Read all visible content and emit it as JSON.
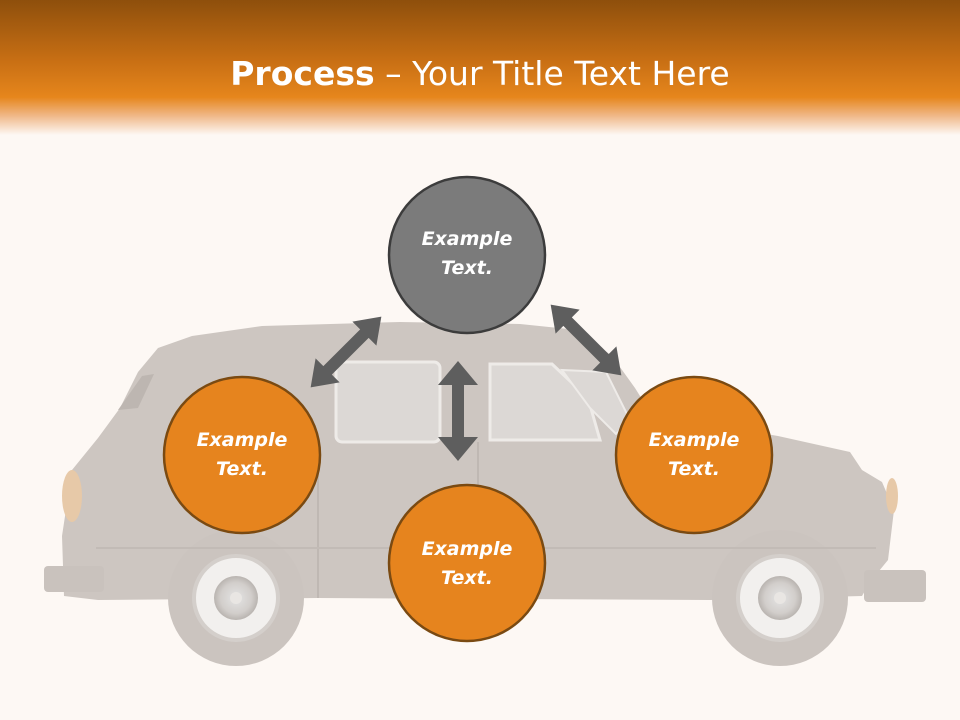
{
  "slide": {
    "title_bold": "Process",
    "title_rest": " – Your Title Text Here"
  },
  "nodes": [
    {
      "id": "top",
      "label_line1": "Example",
      "label_line2": "Text.",
      "color": "#7b7b7b"
    },
    {
      "id": "left",
      "label_line1": "Example",
      "label_line2": "Text.",
      "color": "#e6841e"
    },
    {
      "id": "right",
      "label_line1": "Example",
      "label_line2": "Text.",
      "color": "#e6841e"
    },
    {
      "id": "bottom",
      "label_line1": "Example",
      "label_line2": "Text.",
      "color": "#e6841e"
    }
  ],
  "colors": {
    "accent_orange": "#e6841e",
    "node_gray": "#7b7b7b",
    "arrow_gray": "#5e5e5e",
    "circle_border": "#3c3c3c",
    "vehicle_silhouette": "#cfc8c3"
  }
}
